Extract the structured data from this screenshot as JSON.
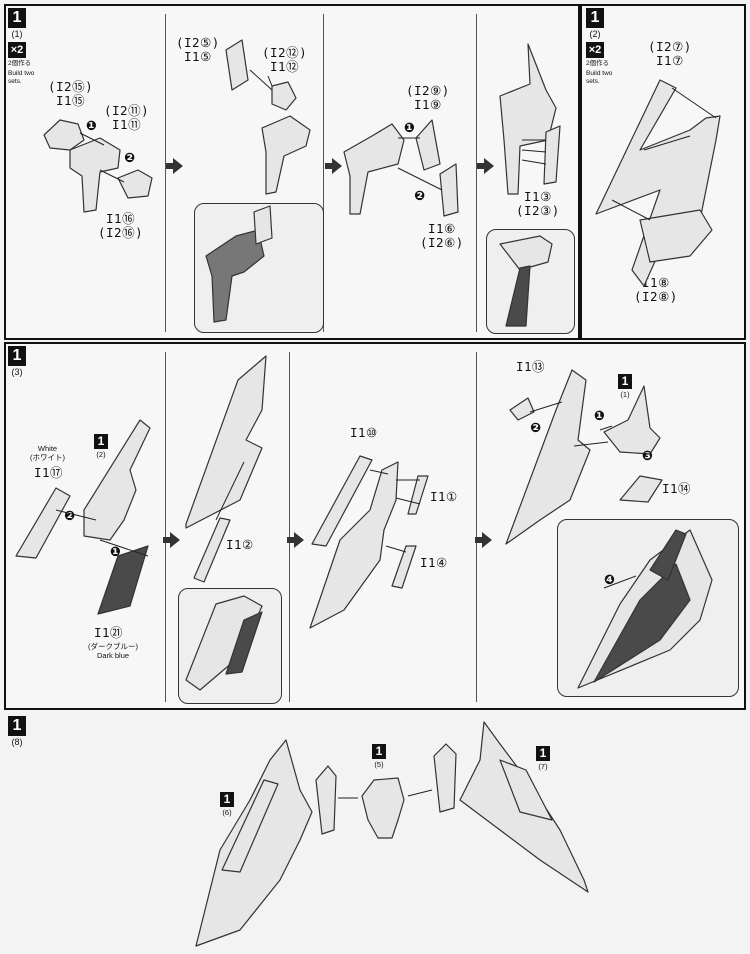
{
  "steps": {
    "s1": {
      "num": "1",
      "sub": "(1)",
      "mult": "×2",
      "note_jp": "2個作る",
      "note_en": "Build two sets."
    },
    "s2": {
      "num": "1",
      "sub": "(2)",
      "mult": "×2",
      "note_jp": "2個作る",
      "note_en": "Build two sets."
    },
    "s3": {
      "num": "1",
      "sub": "(3)"
    },
    "s8": {
      "num": "1",
      "sub": "(8)"
    }
  },
  "parts": {
    "p1": {
      "alt": "(I2⑮)",
      "main": "I1⑮"
    },
    "p2": {
      "alt": "(I2⑪)",
      "main": "I1⑪"
    },
    "p3": {
      "main": "I1⑯",
      "alt": "(I2⑯)"
    },
    "p4": {
      "alt": "(I2⑤)",
      "main": "I1⑤"
    },
    "p5": {
      "alt": "(I2⑫)",
      "main": "I1⑫"
    },
    "p6": {
      "alt": "(I2⑨)",
      "main": "I1⑨"
    },
    "p7": {
      "main": "I1⑥",
      "alt": "(I2⑥)"
    },
    "p8": {
      "main": "I1③",
      "alt": "(I2③)"
    },
    "p9": {
      "alt": "(I2⑦)",
      "main": "I1⑦"
    },
    "p10": {
      "main": "I1⑧",
      "alt": "(I2⑧)"
    },
    "p11": {
      "en": "White",
      "jp": "(ホワイト)",
      "main": "I1⑰"
    },
    "p12": {
      "main": "I1㉑",
      "jp": "(ダークブルー)",
      "en": "Dark blue"
    },
    "p13": {
      "main": "I1②"
    },
    "p14": {
      "main": "I1⑩"
    },
    "p15": {
      "main": "I1①"
    },
    "p16": {
      "main": "I1④"
    },
    "p17": {
      "main": "I1⑬"
    },
    "p18": {
      "main": "I1⑭"
    }
  },
  "refs": {
    "r1": {
      "num": "1",
      "sub": "(2)"
    },
    "r2": {
      "num": "1",
      "sub": "(1)"
    },
    "r3": {
      "num": "1",
      "sub": "(6)"
    },
    "r4": {
      "num": "1",
      "sub": "(5)"
    },
    "r5": {
      "num": "1",
      "sub": "(7)"
    }
  },
  "seq": [
    "❶",
    "❷",
    "❸",
    "❹"
  ],
  "colors": {
    "line": "#333333",
    "part_fill": "#e6e6e6",
    "dark_blue": "#4a4a4a",
    "frame": "#111111"
  }
}
